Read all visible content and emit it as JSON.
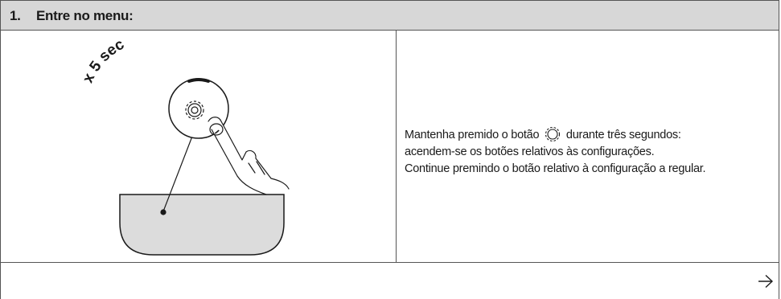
{
  "header": {
    "number": "1.",
    "title": "Entre no menu:"
  },
  "illustration": {
    "duration_label": "x 5 sec",
    "icons": [
      "gear-icon",
      "hand-icon",
      "bowl-icon"
    ]
  },
  "instructions": {
    "line1_before": "Mantenha premido o botão",
    "line1_icon": "gear-icon",
    "line1_after": "durante três segundos:",
    "line2": "acendem-se os botões relativos às configurações.",
    "line3": "Continue premindo o botão relativo à configuração a regular."
  },
  "footer": {
    "icon": "arrow-right-icon"
  },
  "colors": {
    "header_background": "#d7d7d7",
    "bowl_fill": "#dcdcdc",
    "border": "#555555"
  }
}
